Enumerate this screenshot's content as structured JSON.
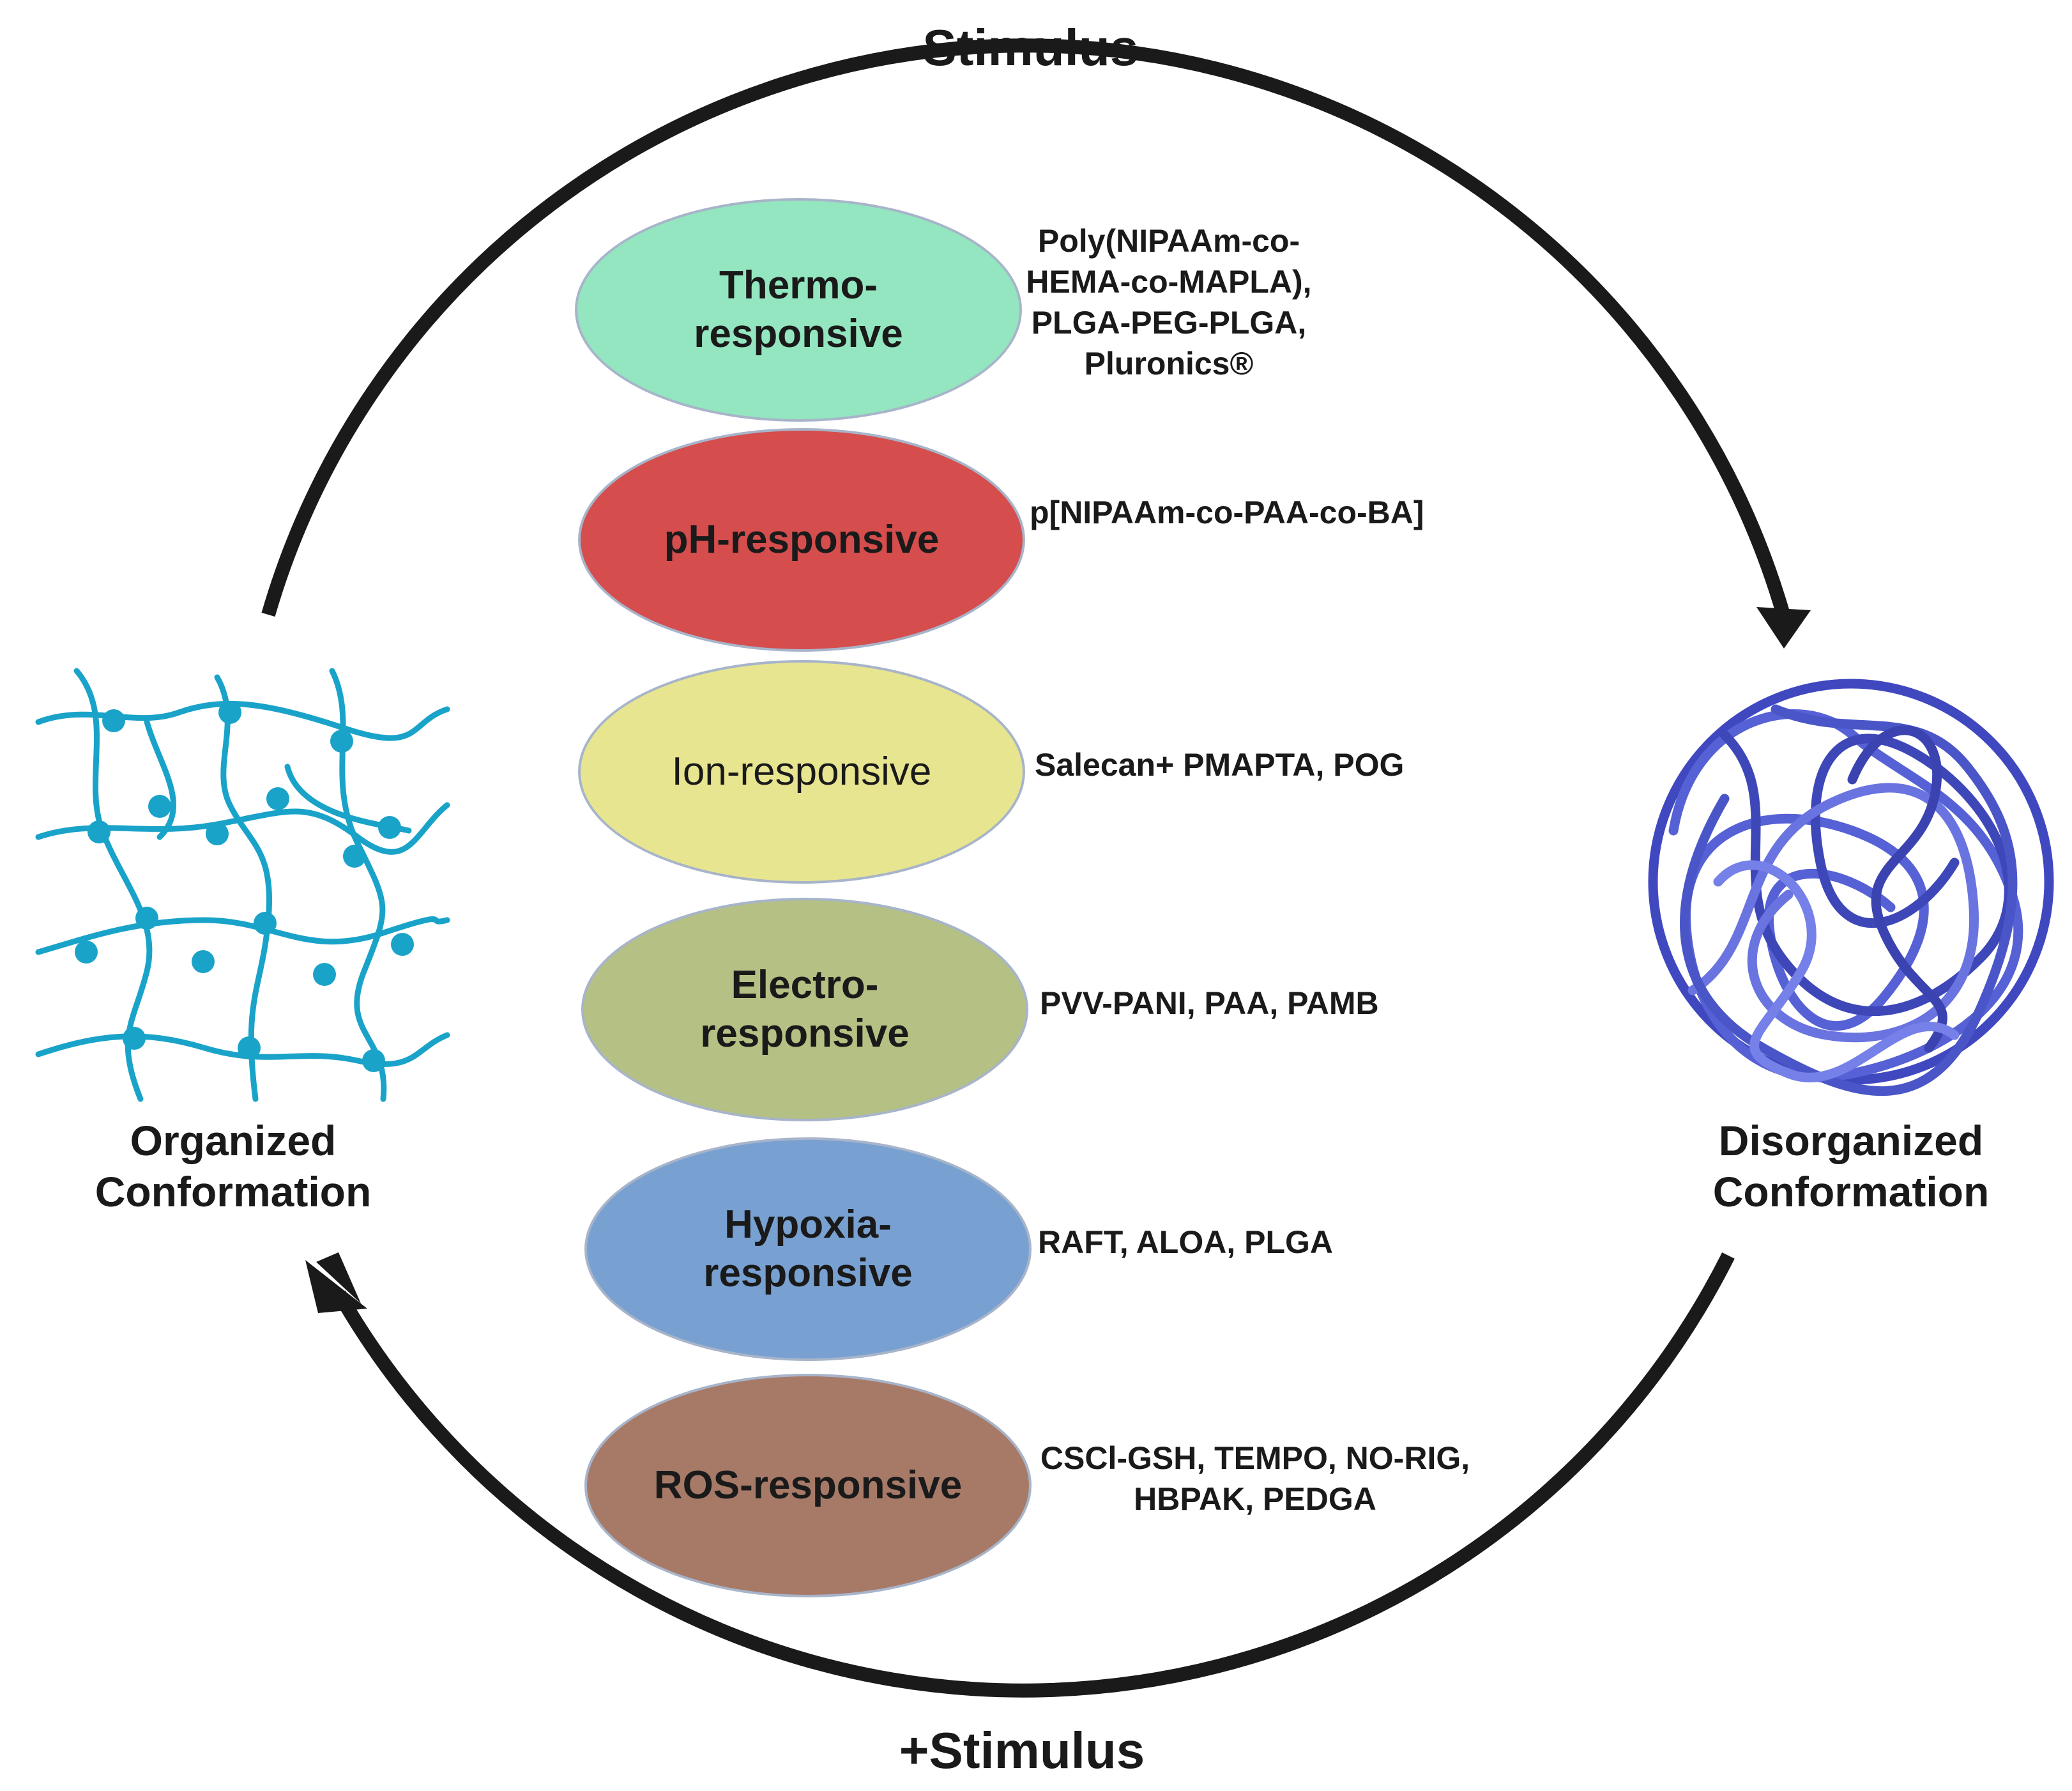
{
  "cycle": {
    "top_label": "-Stimulus",
    "bottom_label": "+Stimulus"
  },
  "organized": {
    "label": "Organized\nConformation",
    "icon": "hydrogel-network-icon",
    "color": "#1aa3c9"
  },
  "disorganized": {
    "label": "Disorganized\nConformation",
    "icon": "tangled-coil-icon",
    "color": "#4a56c8"
  },
  "categories": [
    {
      "name": "Thermo-\nresponsive",
      "color": "#93e6bf",
      "examples": "Poly(NIPAAm-co-\nHEMA-co-MAPLA),\nPLGA-PEG-PLGA,\nPluronics®"
    },
    {
      "name": "pH-responsive",
      "color": "#d54d4d",
      "examples": "p[NIPAAm-co-PAA-co-BA]"
    },
    {
      "name": "Ion-responsive",
      "color": "#e8e591",
      "examples": "Salecan+ PMAPTA, POG"
    },
    {
      "name": "Electro-\nresponsive",
      "color": "#b5c084",
      "examples": "PVV-PANI, PAA, PAMB"
    },
    {
      "name": "Hypoxia-\nresponsive",
      "color": "#78a1d2",
      "examples": "RAFT, ALOA, PLGA"
    },
    {
      "name": "ROS-responsive",
      "color": "#a77a68",
      "examples": "CSCl-GSH, TEMPO, NO-RIG,\nHBPAK, PEDGA"
    }
  ]
}
